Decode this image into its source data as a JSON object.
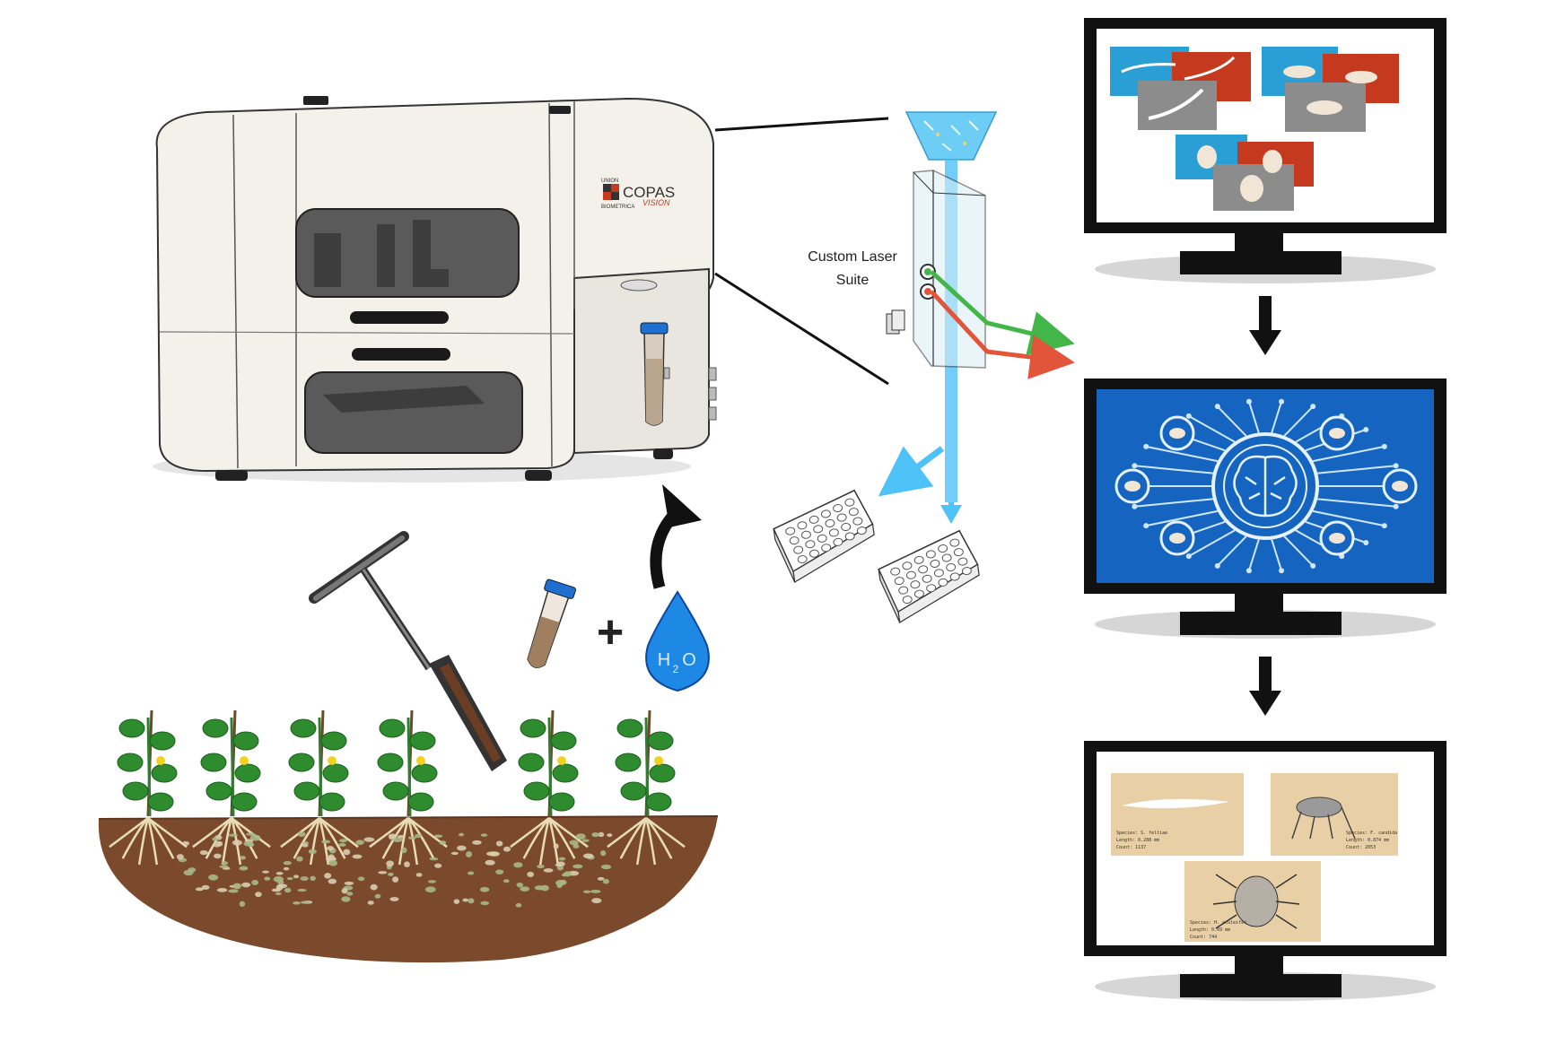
{
  "instrument": {
    "brand_line1": "UNION",
    "brand_line2": "BIOMETRICA",
    "product_name": "COPAS",
    "product_sub": "VISION"
  },
  "sample_prep": {
    "plus_symbol": "+",
    "water_formula_h": "H",
    "water_formula_2": "2",
    "water_formula_o": "O"
  },
  "laser": {
    "label_line1": "Custom Laser",
    "label_line2": "Suite"
  },
  "results": {
    "cards": [
      {
        "species": "Species: S. feltiae",
        "length": "Length: 0.288 mm",
        "count": "Count: 1137"
      },
      {
        "species": "Species: F. candida",
        "length": "Length: 0.874 mm",
        "count": "Count: 2053"
      },
      {
        "species": "Species: H. aculeifer",
        "length": "Length: 0.69 mm",
        "count": "Count: 744"
      }
    ]
  },
  "colors": {
    "water_blue": "#1e88e5",
    "stream_blue": "#4fc3f7",
    "laser_green": "#43b649",
    "laser_red": "#e2553a",
    "card_blue": "#2a9fd6",
    "card_red": "#c53a1f",
    "card_grey": "#8c8c8c",
    "ai_blue": "#1565c0",
    "result_tan": "#e8cfa6",
    "soil_brown": "#7b4a2c",
    "machine_body": "#f4f0ea"
  }
}
